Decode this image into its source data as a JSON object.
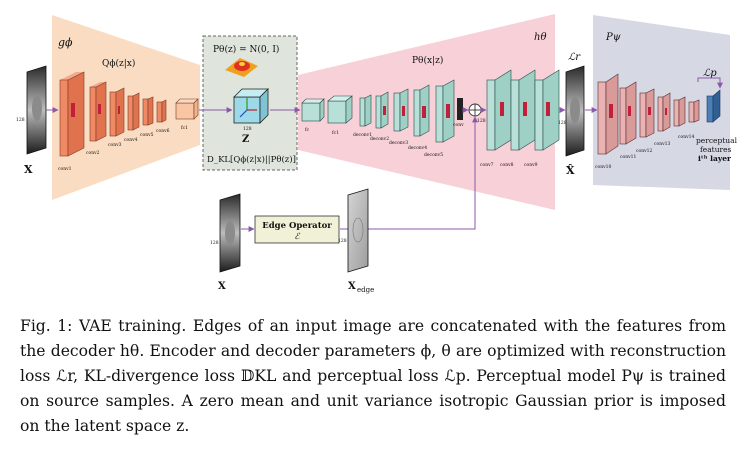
{
  "colors": {
    "encoder_fill": "#f9dcc2",
    "decoder_fill": "#f7d0d8",
    "perceptual_fill": "#d6d8e4",
    "latent_fill": "#dfe5dc",
    "enc_block": "#f08a64",
    "dec_block": "#b8e0d8",
    "perc_block": "#e9b3b3",
    "edge_box": "#f1f1d8",
    "arrow": "#8a5aa8"
  },
  "labels": {
    "encoder_name": "gϕ",
    "encoder_dist": "Qϕ(z|x)",
    "prior": "Pθ(z) = N(0, I)",
    "latent": "Z",
    "kl": "D_KL[Qϕ(z|x)||Pθ(z)]",
    "decoder_name": "hθ",
    "decoder_dist": "Pθ(x|z)",
    "recon_loss": "ℒr",
    "perc_name": "Pψ",
    "perc_loss": "ℒp",
    "perc_features_1": "perceptual",
    "perc_features_2": "features",
    "perc_features_3": "iᵗʰ layer",
    "edge_title": "Edge Operator",
    "edge_symbol": "ℰ",
    "input_x": "X",
    "recon_x": "X̂",
    "edge_x": "X",
    "edge_x_sub": "edge",
    "edge_input_x": "X",
    "concat": "⊕",
    "size_128": "128",
    "enc_layers": [
      "conv1",
      "conv2",
      "conv3",
      "conv4",
      "conv5",
      "conv6",
      "fc1"
    ],
    "dec_layers": [
      "fc",
      "fc1",
      "deconv1",
      "deconv2",
      "deconv3",
      "deconv4",
      "deconv5",
      "conv",
      "conv7",
      "conv8",
      "conv9"
    ],
    "perc_layers": [
      "conv10",
      "conv11",
      "conv12",
      "conv13",
      "conv14"
    ]
  },
  "caption": {
    "text": "Fig. 1: VAE training. Edges of an input image are concatenated with the features from the decoder hθ. Encoder and decoder parameters ϕ, θ are optimized with reconstruction loss ℒr, KL-divergence loss 𝔻KL and perceptual loss ℒp. Perceptual model Pψ is trained on source samples. A zero mean and unit variance isotropic Gaussian prior is imposed on the latent space z."
  }
}
